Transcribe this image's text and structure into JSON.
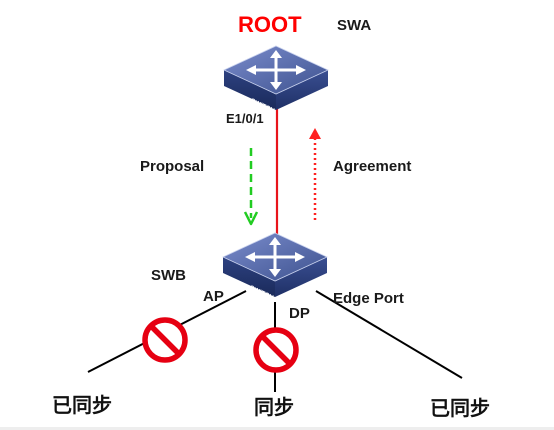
{
  "root_label": "ROOT",
  "switch_a": {
    "name": "SWA",
    "port": "E1/0/1",
    "device_text": "SWITCH"
  },
  "switch_b": {
    "name": "SWB",
    "device_text": "SWITCH"
  },
  "messages": {
    "proposal": "Proposal",
    "agreement": "Agreement"
  },
  "port_labels": {
    "ap": "AP",
    "dp": "DP",
    "edge": "Edge Port"
  },
  "endpoints": {
    "left": "已同步",
    "middle": "同步",
    "right": "已同步"
  },
  "colors": {
    "root": "#ff0000",
    "link_a_b": "#e8141b",
    "proposal_arrow": "#22cc22",
    "agreement_arrow": "#ff2020",
    "blocked_sign": "#e60012",
    "switch_top": "#5a6fb0",
    "switch_side": "#22356e",
    "cables": "#000000"
  }
}
